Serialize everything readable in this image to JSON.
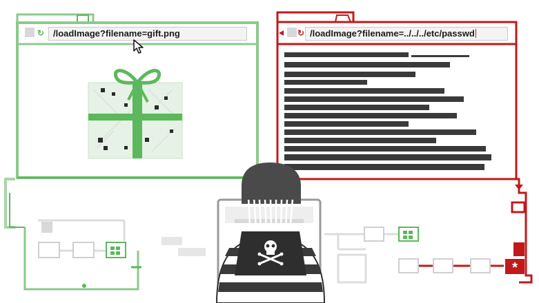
{
  "left_window": {
    "url": "/loadImage?filename=gift.png",
    "accent_color": "#8cc98c",
    "content_icon": "gift-icon"
  },
  "right_window": {
    "url": "/loadImage?filename=../../../etc/passwd",
    "accent_color": "#c01a1a",
    "content": "redacted-text-lines"
  },
  "center_figure": {
    "icon": "hacker-icon",
    "laptop_icon": "skull-and-crossbones-icon"
  },
  "left_tree": {
    "icons": [
      "folder-icon",
      "folder-icon",
      "folder-icon",
      "image-file-icon"
    ],
    "color": "#5cb85c"
  },
  "right_tree": {
    "icons": [
      "folder-icon",
      "image-file-icon",
      "folder-icon",
      "folder-icon",
      "folder-icon",
      "asterisk-file-icon"
    ],
    "color": "#c01a1a"
  }
}
